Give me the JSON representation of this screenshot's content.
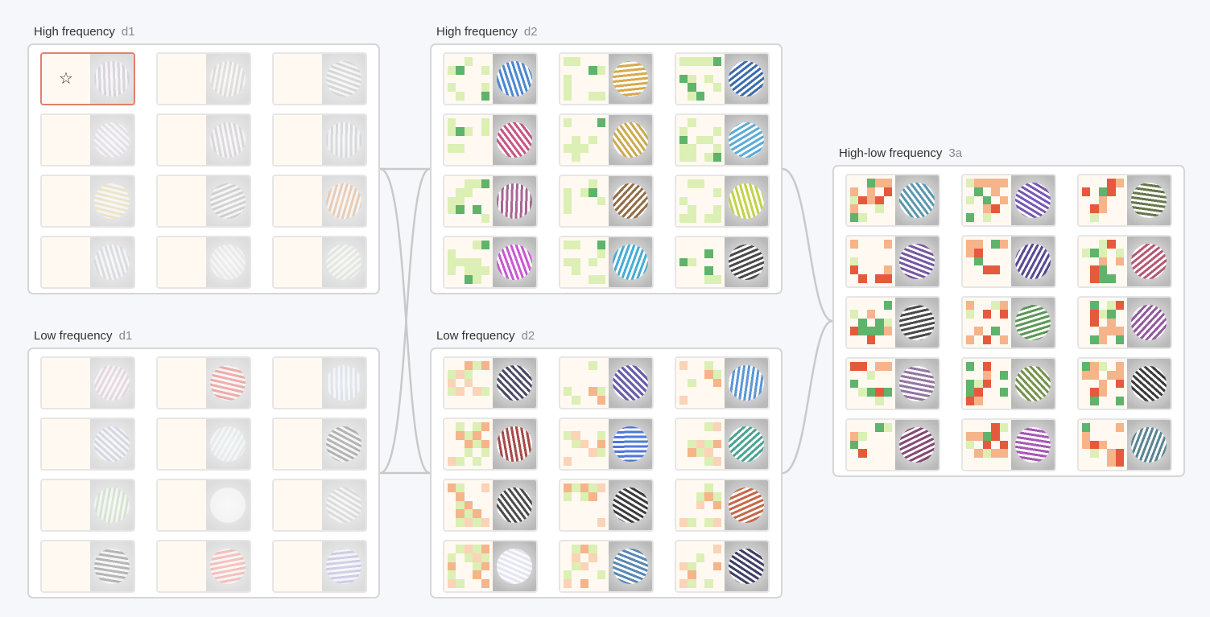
{
  "groups": [
    {
      "id": "hf-d1",
      "title": "High frequency",
      "tag": "d1"
    },
    {
      "id": "lf-d1",
      "title": "Low frequency",
      "tag": "d1"
    },
    {
      "id": "hf-d2",
      "title": "High frequency",
      "tag": "d2"
    },
    {
      "id": "lf-d2",
      "title": "Low frequency",
      "tag": "d2"
    },
    {
      "id": "hl-3a",
      "title": "High-low frequency",
      "tag": "3a"
    }
  ],
  "selected": {
    "group": "hf-d1",
    "index": 0,
    "icon": "star-icon",
    "glyph": "☆"
  },
  "colors": {
    "selected_border": "#e08268",
    "connector": "#c9c9c9",
    "weight_green": "#5fb36a",
    "weight_lightgreen": "#dcefb4",
    "weight_orange": "#f6b48a",
    "weight_red": "#e55a3c",
    "weight_bg": "#fff9f2"
  }
}
